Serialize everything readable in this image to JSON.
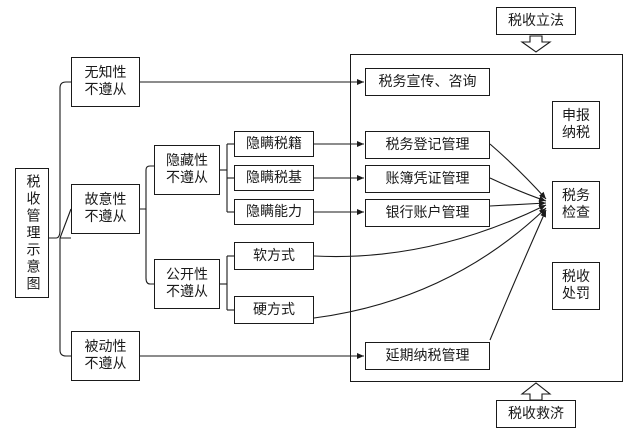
{
  "diagram": {
    "root": "税收管理示意图",
    "top_box": "税收立法",
    "bottom_box": "税收救济",
    "categories": [
      {
        "key": "unaware",
        "label": "无知性不遵从"
      },
      {
        "key": "deliberate",
        "label": "故意性不遵从"
      },
      {
        "key": "passive",
        "label": "被动性不遵从"
      }
    ],
    "deliberate_sub": [
      {
        "key": "hidden",
        "label": "隐藏性不遵从"
      },
      {
        "key": "open",
        "label": "公开性不遵从"
      }
    ],
    "hidden_items": [
      "隐瞒税籍",
      "隐瞒税基",
      "隐瞒能力"
    ],
    "open_items": [
      "软方式",
      "硬方式"
    ],
    "management": [
      "税务宣传、咨询",
      "税务登记管理",
      "账簿凭证管理",
      "银行账户管理",
      "延期纳税管理"
    ],
    "actions": [
      "申报纳税",
      "税务检查",
      "税收处罚"
    ]
  }
}
